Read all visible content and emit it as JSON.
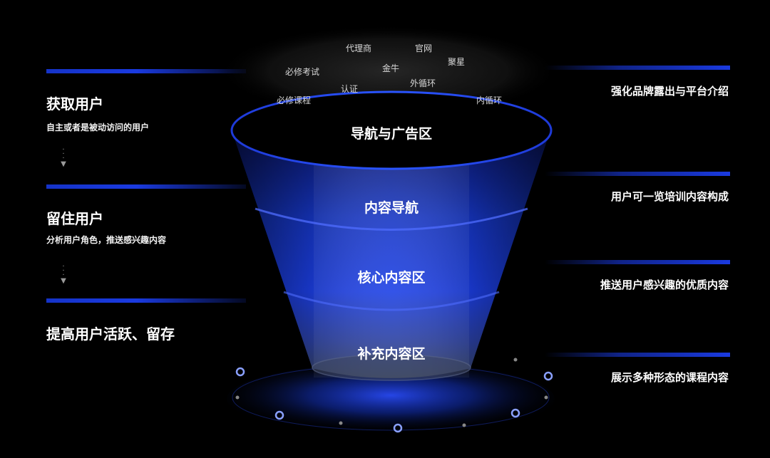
{
  "left_panel": [
    {
      "title": "获取用户",
      "subtitle": "自主或者是被动访问的用户"
    },
    {
      "title": "留住用户",
      "subtitle": "分析用户角色，推送感兴趣内容"
    },
    {
      "title": "提高用户活跃、留存",
      "subtitle": ""
    }
  ],
  "right_panel": [
    "强化品牌露出与平台介绍",
    "用户可一览培训内容构成",
    "推送用户感兴趣的优质内容",
    "展示多种形态的课程内容"
  ],
  "cloud_tags": [
    "代理商",
    "官网",
    "聚星",
    "必修考试",
    "金牛",
    "外循环",
    "认证",
    "必修课程",
    "内循环"
  ],
  "funnel_stages": [
    "导航与广告区",
    "内容导航",
    "核心内容区",
    "补充内容区"
  ],
  "colors": {
    "accent": "#1a3ae0",
    "funnel_top": "#0a1a7a",
    "funnel_mid": "#1c3fe6",
    "funnel_bottom": "#3a4a6a"
  }
}
